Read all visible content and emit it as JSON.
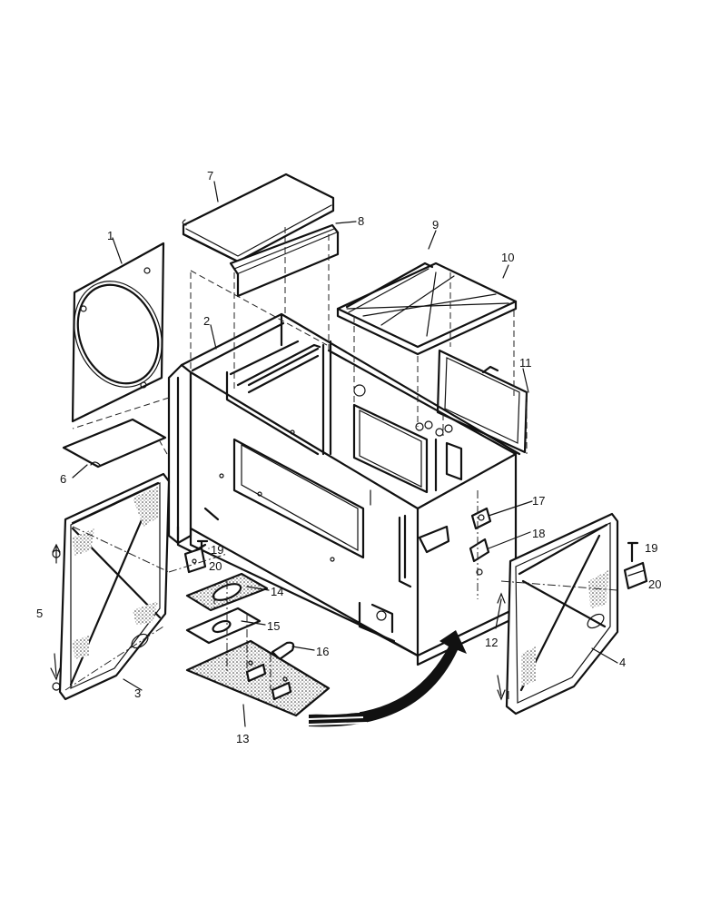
{
  "callouts": {
    "c1": "1",
    "c2": "2",
    "c3": "3",
    "c4": "4",
    "c5": "5",
    "c6": "6",
    "c7": "7",
    "c8": "8",
    "c9": "9",
    "c10": "10",
    "c11": "11",
    "c12": "12",
    "c13": "13",
    "c14": "14",
    "c15": "15",
    "c16": "16",
    "c17": "17",
    "c18": "18",
    "c19a": "19",
    "c20a": "20",
    "c19b": "19",
    "c20b": "20"
  },
  "colors": {
    "ink": "#111111",
    "paper": "#ffffff"
  }
}
